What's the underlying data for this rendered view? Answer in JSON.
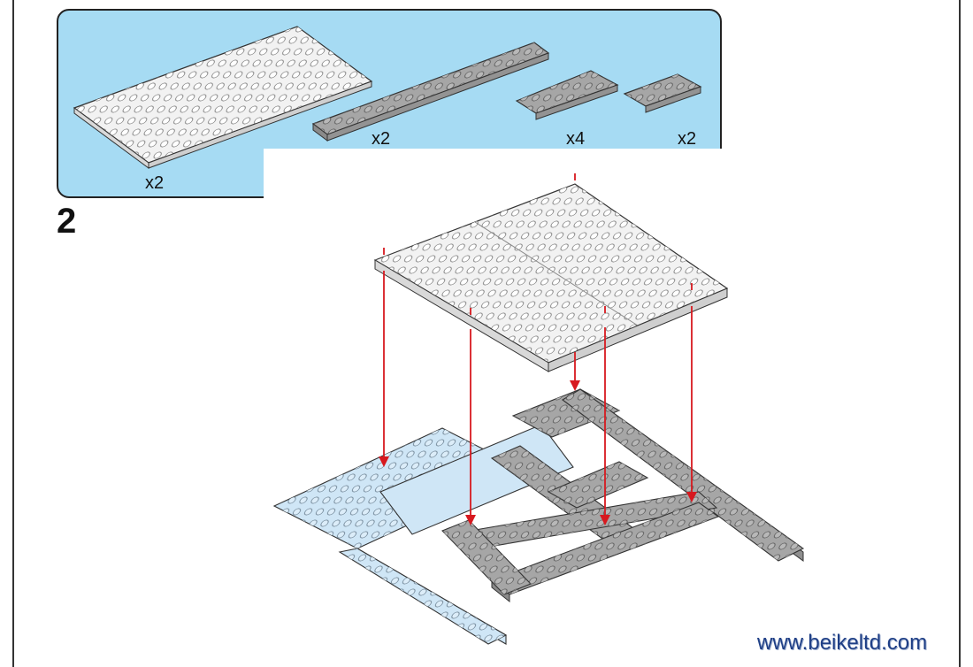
{
  "step": {
    "number": "2"
  },
  "parts": [
    {
      "name": "white-plate-8x16",
      "quantity": "x2",
      "color": "#f2f2f2"
    },
    {
      "name": "gray-plate-1x16",
      "quantity": "x2",
      "color": "#a6a6a6"
    },
    {
      "name": "gray-plate-2x6",
      "quantity": "x4",
      "color": "#a6a6a6"
    },
    {
      "name": "gray-plate-2x4",
      "quantity": "x2",
      "color": "#a6a6a6"
    }
  ],
  "colors": {
    "panel_bg": "#a6dbf3",
    "white_plate": "#f2f2f2",
    "gray_plate": "#a6a6a6",
    "blue_plate": "#cfe6f6",
    "arrow": "#d7191f"
  },
  "footer": {
    "website": "www.beikeltd.com"
  }
}
